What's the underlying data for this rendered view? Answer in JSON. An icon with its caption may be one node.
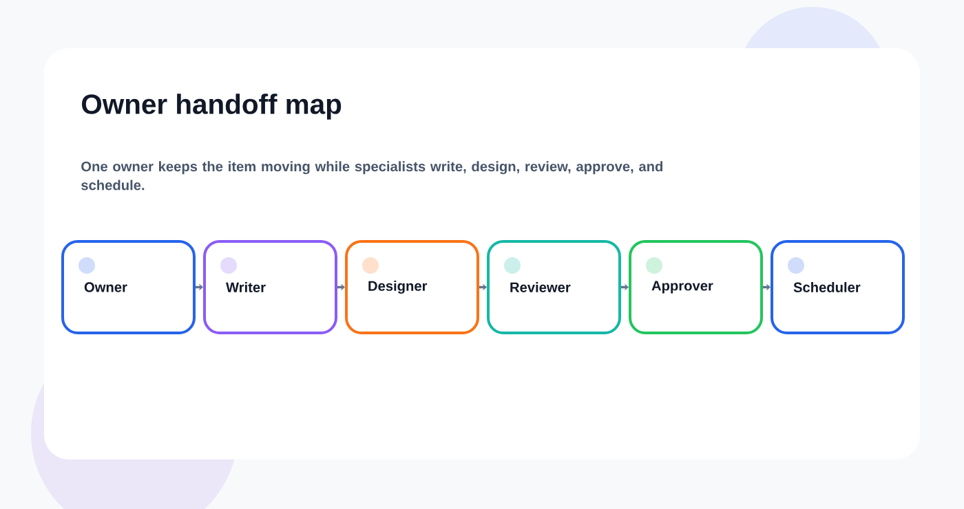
{
  "diagram": {
    "title": "Owner handoff map",
    "caption": "One owner keeps the item moving while specialists write, design, review, approve, and schedule.",
    "nodes": [
      {
        "text": [
          "Owner"
        ]
      },
      {
        "text": [
          "Writer"
        ]
      },
      {
        "text": [
          "Designer"
        ]
      },
      {
        "text": [
          "Reviewer"
        ]
      },
      {
        "text": [
          "Approver"
        ]
      },
      {
        "text": [
          "Scheduler"
        ]
      }
    ],
    "edges": [
      {
        "from": 0,
        "to": 1,
        "arrow": "to"
      },
      {
        "from": 1,
        "to": 2,
        "arrow": "to"
      },
      {
        "from": 2,
        "to": 3,
        "arrow": "to"
      },
      {
        "from": 3,
        "to": 4,
        "arrow": "to"
      },
      {
        "from": 4,
        "to": 5,
        "arrow": "to"
      }
    ]
  }
}
